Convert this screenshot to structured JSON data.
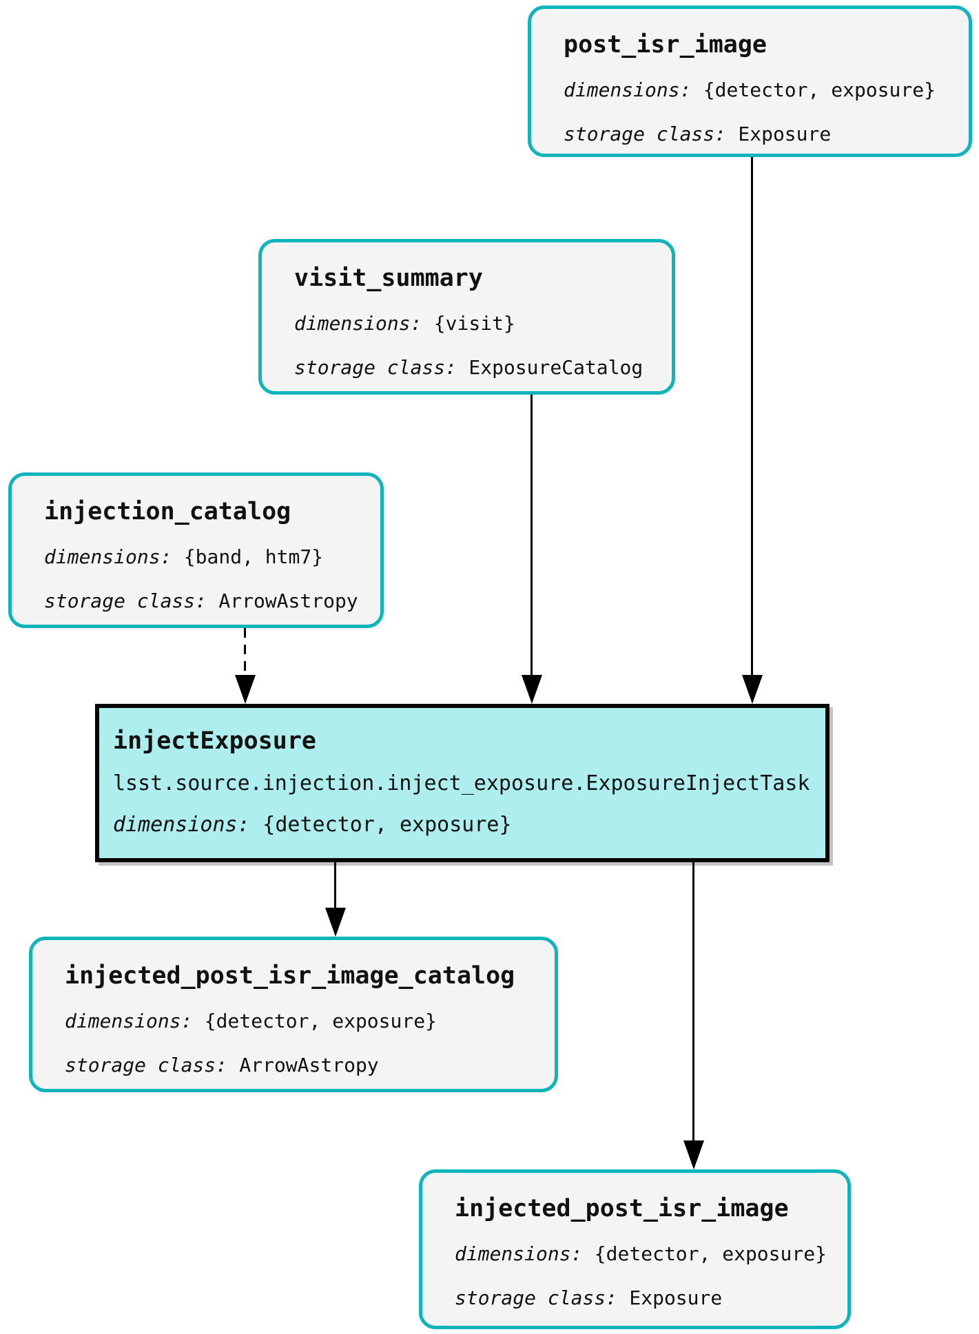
{
  "nodes": {
    "post_isr_image": {
      "title": "post_isr_image",
      "dimensions_label": "dimensions:",
      "dimensions_value": "{detector, exposure}",
      "storage_label": "storage class:",
      "storage_value": "Exposure"
    },
    "visit_summary": {
      "title": "visit_summary",
      "dimensions_label": "dimensions:",
      "dimensions_value": "{visit}",
      "storage_label": "storage class:",
      "storage_value": "ExposureCatalog"
    },
    "injection_catalog": {
      "title": "injection_catalog",
      "dimensions_label": "dimensions:",
      "dimensions_value": "{band, htm7}",
      "storage_label": "storage class:",
      "storage_value": "ArrowAstropy"
    },
    "injectExposure": {
      "title": "injectExposure",
      "task_class": "lsst.source.injection.inject_exposure.ExposureInjectTask",
      "dimensions_label": "dimensions:",
      "dimensions_value": "{detector, exposure}"
    },
    "injected_post_isr_image_catalog": {
      "title": "injected_post_isr_image_catalog",
      "dimensions_label": "dimensions:",
      "dimensions_value": "{detector, exposure}",
      "storage_label": "storage class:",
      "storage_value": "ArrowAstropy"
    },
    "injected_post_isr_image": {
      "title": "injected_post_isr_image",
      "dimensions_label": "dimensions:",
      "dimensions_value": "{detector, exposure}",
      "storage_label": "storage class:",
      "storage_value": "Exposure"
    }
  },
  "edges": [
    {
      "from": "injection_catalog",
      "to": "injectExposure",
      "style": "dashed"
    },
    {
      "from": "visit_summary",
      "to": "injectExposure",
      "style": "solid"
    },
    {
      "from": "post_isr_image",
      "to": "injectExposure",
      "style": "solid"
    },
    {
      "from": "injectExposure",
      "to": "injected_post_isr_image_catalog",
      "style": "solid"
    },
    {
      "from": "injectExposure",
      "to": "injected_post_isr_image",
      "style": "solid"
    }
  ],
  "colors": {
    "dataset_border": "#10b5bc",
    "dataset_fill": "#f4f4f4",
    "task_border": "#000000",
    "task_fill": "#afeeee",
    "edge": "#000000",
    "background": "#ffffff"
  }
}
